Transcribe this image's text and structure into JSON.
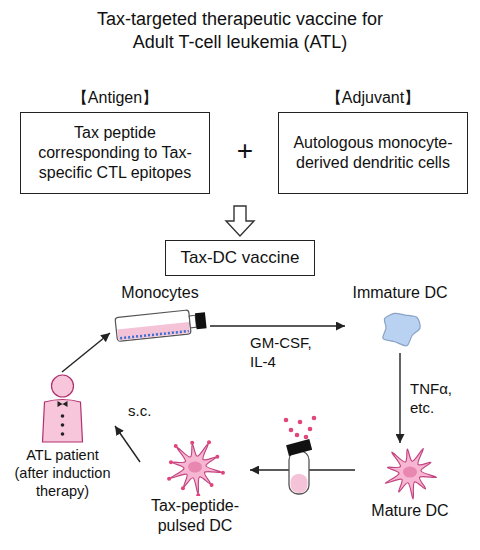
{
  "diagram": {
    "title": "Tax-targeted therapeutic vaccine for Adult T-cell leukemia (ATL)",
    "nodes": [
      {
        "text": [
          "【Antigen】",
          "Tax peptide corresponding to Tax-specific CTL epitopes"
        ]
      },
      {
        "text": [
          "【Adjuvant】",
          "Autologous monocyte-derived dendritic cells"
        ]
      },
      {
        "text": [
          "Tax-DC vaccine"
        ]
      },
      {
        "text": [
          "Monocytes"
        ]
      },
      {
        "text": [
          "Immature DC"
        ]
      },
      {
        "text": [
          "Mature DC"
        ]
      },
      {
        "text": [
          "Tax-peptide-pulsed DC"
        ]
      },
      {
        "text": [
          "ATL patient (after induction therapy)"
        ]
      }
    ],
    "edges": [
      {
        "from": 7,
        "to": 3,
        "arrow": "to"
      },
      {
        "from": 3,
        "to": 4,
        "label": "GM-CSF, IL-4",
        "arrow": "to"
      },
      {
        "from": 4,
        "to": 5,
        "label": "TNFα, etc.",
        "arrow": "to"
      },
      {
        "from": 5,
        "to": 6,
        "arrow": "to"
      },
      {
        "from": 6,
        "to": 7,
        "label": "s.c.",
        "arrow": "to"
      }
    ],
    "labels": [
      "+"
    ]
  }
}
